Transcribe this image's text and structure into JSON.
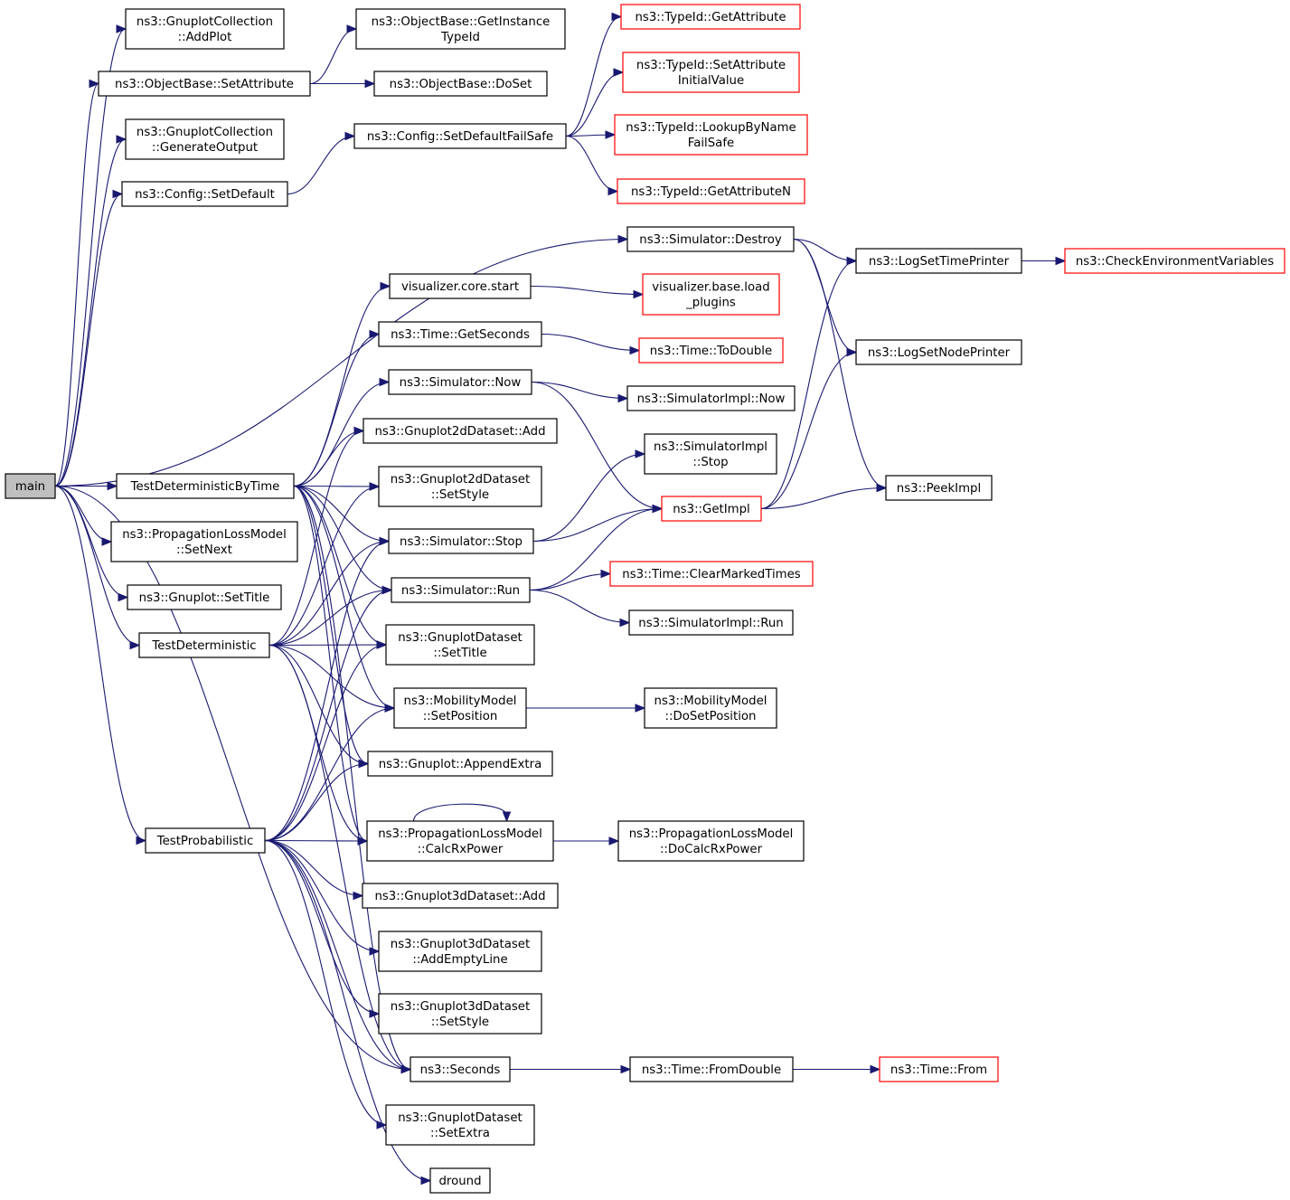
{
  "nodes": [
    {
      "id": "main",
      "lines": [
        "main"
      ],
      "style": "root"
    },
    {
      "id": "addplot",
      "lines": [
        "ns3::GnuplotCollection",
        "::AddPlot"
      ],
      "style": "normal"
    },
    {
      "id": "setattribute",
      "lines": [
        "ns3::ObjectBase::SetAttribute"
      ],
      "style": "normal"
    },
    {
      "id": "generateoutput",
      "lines": [
        "ns3::GnuplotCollection",
        "::GenerateOutput"
      ],
      "style": "normal"
    },
    {
      "id": "setdefault",
      "lines": [
        "ns3::Config::SetDefault"
      ],
      "style": "normal"
    },
    {
      "id": "testdetbytime",
      "lines": [
        "TestDeterministicByTime"
      ],
      "style": "normal"
    },
    {
      "id": "setnext",
      "lines": [
        "ns3::PropagationLossModel",
        "::SetNext"
      ],
      "style": "normal"
    },
    {
      "id": "settitle_gp",
      "lines": [
        "ns3::Gnuplot::SetTitle"
      ],
      "style": "normal"
    },
    {
      "id": "testdet",
      "lines": [
        "TestDeterministic"
      ],
      "style": "normal"
    },
    {
      "id": "testprob",
      "lines": [
        "TestProbabilistic"
      ],
      "style": "normal"
    },
    {
      "id": "getinstancetypeid",
      "lines": [
        "ns3::ObjectBase::GetInstance",
        "TypeId"
      ],
      "style": "normal"
    },
    {
      "id": "doset",
      "lines": [
        "ns3::ObjectBase::DoSet"
      ],
      "style": "normal"
    },
    {
      "id": "setdefaultfailsafe",
      "lines": [
        "ns3::Config::SetDefaultFailSafe"
      ],
      "style": "normal"
    },
    {
      "id": "destroy",
      "lines": [
        "ns3::Simulator::Destroy"
      ],
      "style": "normal"
    },
    {
      "id": "vizstart",
      "lines": [
        "visualizer.core.start"
      ],
      "style": "normal"
    },
    {
      "id": "getseconds",
      "lines": [
        "ns3::Time::GetSeconds"
      ],
      "style": "normal"
    },
    {
      "id": "simnow",
      "lines": [
        "ns3::Simulator::Now"
      ],
      "style": "normal"
    },
    {
      "id": "g2dadd",
      "lines": [
        "ns3::Gnuplot2dDataset::Add"
      ],
      "style": "normal"
    },
    {
      "id": "g2dsetstyle",
      "lines": [
        "ns3::Gnuplot2dDataset",
        "::SetStyle"
      ],
      "style": "normal"
    },
    {
      "id": "simstop",
      "lines": [
        "ns3::Simulator::Stop"
      ],
      "style": "normal"
    },
    {
      "id": "simrun",
      "lines": [
        "ns3::Simulator::Run"
      ],
      "style": "normal"
    },
    {
      "id": "gdsettitle",
      "lines": [
        "ns3::GnuplotDataset",
        "::SetTitle"
      ],
      "style": "normal"
    },
    {
      "id": "mmsetpos",
      "lines": [
        "ns3::MobilityModel",
        "::SetPosition"
      ],
      "style": "normal"
    },
    {
      "id": "appendextra",
      "lines": [
        "ns3::Gnuplot::AppendExtra"
      ],
      "style": "normal"
    },
    {
      "id": "calcrx",
      "lines": [
        "ns3::PropagationLossModel",
        "::CalcRxPower"
      ],
      "style": "normal"
    },
    {
      "id": "g3dadd",
      "lines": [
        "ns3::Gnuplot3dDataset::Add"
      ],
      "style": "normal"
    },
    {
      "id": "g3demptyline",
      "lines": [
        "ns3::Gnuplot3dDataset",
        "::AddEmptyLine"
      ],
      "style": "normal"
    },
    {
      "id": "g3dsetstyle",
      "lines": [
        "ns3::Gnuplot3dDataset",
        "::SetStyle"
      ],
      "style": "normal"
    },
    {
      "id": "seconds",
      "lines": [
        "ns3::Seconds"
      ],
      "style": "normal"
    },
    {
      "id": "gdsetextra",
      "lines": [
        "ns3::GnuplotDataset",
        "::SetExtra"
      ],
      "style": "normal"
    },
    {
      "id": "dround",
      "lines": [
        "dround"
      ],
      "style": "normal"
    },
    {
      "id": "tid_getattr",
      "lines": [
        "ns3::TypeId::GetAttribute"
      ],
      "style": "external"
    },
    {
      "id": "tid_setattrinit",
      "lines": [
        "ns3::TypeId::SetAttribute",
        "InitialValue"
      ],
      "style": "external"
    },
    {
      "id": "tid_lookup",
      "lines": [
        "ns3::TypeId::LookupByName",
        "FailSafe"
      ],
      "style": "external"
    },
    {
      "id": "tid_getattrn",
      "lines": [
        "ns3::TypeId::GetAttributeN"
      ],
      "style": "external"
    },
    {
      "id": "vizload",
      "lines": [
        "visualizer.base.load",
        "_plugins"
      ],
      "style": "external"
    },
    {
      "id": "todouble",
      "lines": [
        "ns3::Time::ToDouble"
      ],
      "style": "external"
    },
    {
      "id": "simimplnow",
      "lines": [
        "ns3::SimulatorImpl::Now"
      ],
      "style": "normal"
    },
    {
      "id": "simimplstop",
      "lines": [
        "ns3::SimulatorImpl",
        "::Stop"
      ],
      "style": "normal"
    },
    {
      "id": "getimpl",
      "lines": [
        "ns3::GetImpl"
      ],
      "style": "external"
    },
    {
      "id": "clearmarked",
      "lines": [
        "ns3::Time::ClearMarkedTimes"
      ],
      "style": "external"
    },
    {
      "id": "simimplrun",
      "lines": [
        "ns3::SimulatorImpl::Run"
      ],
      "style": "normal"
    },
    {
      "id": "mmdosetpos",
      "lines": [
        "ns3::MobilityModel",
        "::DoSetPosition"
      ],
      "style": "normal"
    },
    {
      "id": "docalcrx",
      "lines": [
        "ns3::PropagationLossModel",
        "::DoCalcRxPower"
      ],
      "style": "normal"
    },
    {
      "id": "fromdouble",
      "lines": [
        "ns3::Time::FromDouble"
      ],
      "style": "normal"
    },
    {
      "id": "timefrom",
      "lines": [
        "ns3::Time::From"
      ],
      "style": "external"
    },
    {
      "id": "logsettime",
      "lines": [
        "ns3::LogSetTimePrinter"
      ],
      "style": "normal"
    },
    {
      "id": "logsetnode",
      "lines": [
        "ns3::LogSetNodePrinter"
      ],
      "style": "normal"
    },
    {
      "id": "peekimpl",
      "lines": [
        "ns3::PeekImpl"
      ],
      "style": "normal"
    },
    {
      "id": "checkenv",
      "lines": [
        "ns3::CheckEnvironmentVariables"
      ],
      "style": "external"
    }
  ],
  "edges": [
    [
      "main",
      "addplot"
    ],
    [
      "main",
      "setattribute"
    ],
    [
      "main",
      "generateoutput"
    ],
    [
      "main",
      "setdefault"
    ],
    [
      "main",
      "destroy"
    ],
    [
      "main",
      "testdetbytime"
    ],
    [
      "main",
      "setnext"
    ],
    [
      "main",
      "settitle_gp"
    ],
    [
      "main",
      "testdet"
    ],
    [
      "main",
      "testprob"
    ],
    [
      "main",
      "seconds"
    ],
    [
      "setattribute",
      "getinstancetypeid"
    ],
    [
      "setattribute",
      "doset"
    ],
    [
      "setdefault",
      "setdefaultfailsafe"
    ],
    [
      "setdefaultfailsafe",
      "tid_getattr"
    ],
    [
      "setdefaultfailsafe",
      "tid_setattrinit"
    ],
    [
      "setdefaultfailsafe",
      "tid_lookup"
    ],
    [
      "setdefaultfailsafe",
      "tid_getattrn"
    ],
    [
      "destroy",
      "logsettime"
    ],
    [
      "destroy",
      "logsetnode"
    ],
    [
      "destroy",
      "peekimpl"
    ],
    [
      "logsettime",
      "checkenv"
    ],
    [
      "vizstart",
      "vizload"
    ],
    [
      "getseconds",
      "todouble"
    ],
    [
      "simnow",
      "simimplnow"
    ],
    [
      "simnow",
      "getimpl"
    ],
    [
      "simstop",
      "simimplstop"
    ],
    [
      "simstop",
      "getimpl"
    ],
    [
      "simrun",
      "getimpl"
    ],
    [
      "simrun",
      "clearmarked"
    ],
    [
      "simrun",
      "simimplrun"
    ],
    [
      "getimpl",
      "logsettime"
    ],
    [
      "getimpl",
      "logsetnode"
    ],
    [
      "getimpl",
      "peekimpl"
    ],
    [
      "mmsetpos",
      "mmdosetpos"
    ],
    [
      "calcrx",
      "docalcrx"
    ],
    [
      "calcrx",
      "calcrx"
    ],
    [
      "seconds",
      "fromdouble"
    ],
    [
      "fromdouble",
      "timefrom"
    ],
    [
      "testdetbytime",
      "vizstart"
    ],
    [
      "testdetbytime",
      "getseconds"
    ],
    [
      "testdetbytime",
      "simnow"
    ],
    [
      "testdetbytime",
      "g2dadd"
    ],
    [
      "testdetbytime",
      "g2dsetstyle"
    ],
    [
      "testdetbytime",
      "simstop"
    ],
    [
      "testdetbytime",
      "simrun"
    ],
    [
      "testdetbytime",
      "gdsettitle"
    ],
    [
      "testdetbytime",
      "mmsetpos"
    ],
    [
      "testdetbytime",
      "appendextra"
    ],
    [
      "testdetbytime",
      "calcrx"
    ],
    [
      "testdetbytime",
      "seconds"
    ],
    [
      "testdet",
      "g2dadd"
    ],
    [
      "testdet",
      "g2dsetstyle"
    ],
    [
      "testdet",
      "simstop"
    ],
    [
      "testdet",
      "simrun"
    ],
    [
      "testdet",
      "gdsettitle"
    ],
    [
      "testdet",
      "mmsetpos"
    ],
    [
      "testdet",
      "appendextra"
    ],
    [
      "testdet",
      "calcrx"
    ],
    [
      "testdet",
      "seconds"
    ],
    [
      "testprob",
      "simstop"
    ],
    [
      "testprob",
      "simrun"
    ],
    [
      "testprob",
      "gdsettitle"
    ],
    [
      "testprob",
      "mmsetpos"
    ],
    [
      "testprob",
      "appendextra"
    ],
    [
      "testprob",
      "calcrx"
    ],
    [
      "testprob",
      "g3dadd"
    ],
    [
      "testprob",
      "g3demptyline"
    ],
    [
      "testprob",
      "g3dsetstyle"
    ],
    [
      "testprob",
      "seconds"
    ],
    [
      "testprob",
      "gdsetextra"
    ],
    [
      "testprob",
      "dround"
    ]
  ]
}
